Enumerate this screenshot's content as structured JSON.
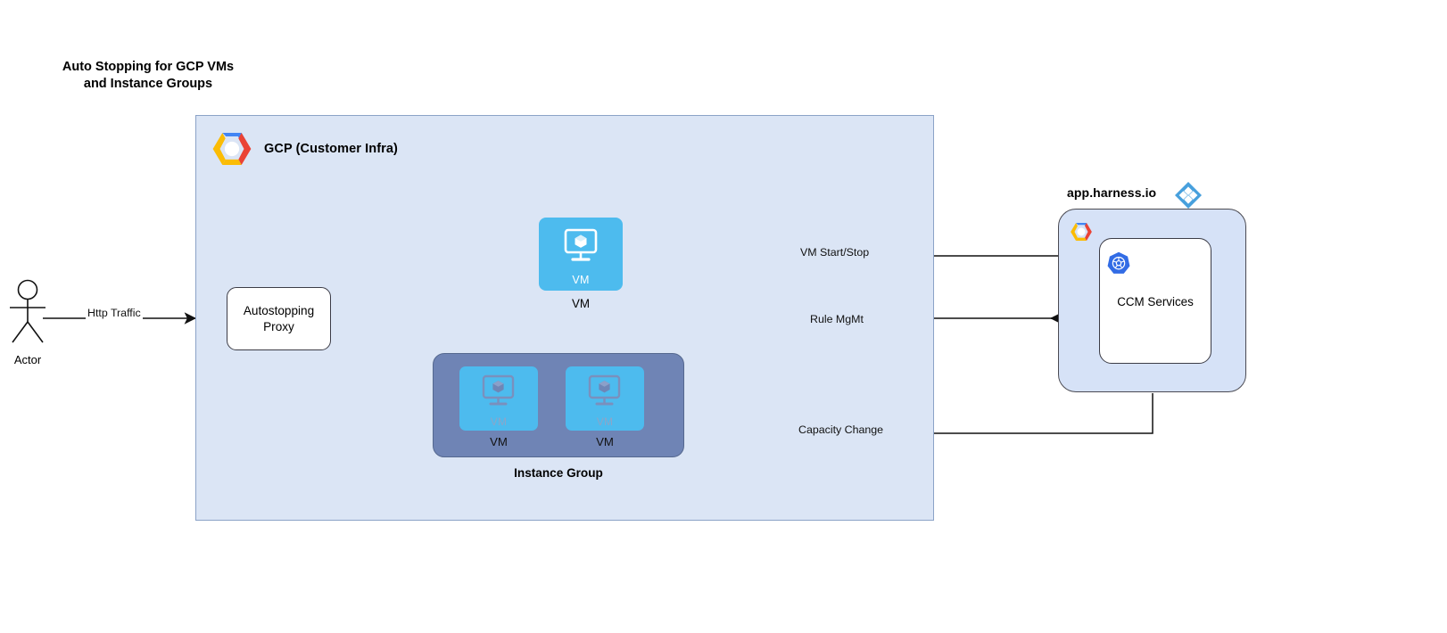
{
  "title": "Auto Stopping for GCP VMs\nand Instance Groups",
  "gcp_container": {
    "label": "GCP (Customer Infra)",
    "logo_icon": "gcp-logo-icon",
    "fill_color": "#dbe5f5",
    "border_color": "#8ba3c7"
  },
  "actor": {
    "label": "Actor",
    "icon": "actor-stick-figure-icon"
  },
  "proxy": {
    "label": "Autostopping\nProxy",
    "fill_color": "#ffffff",
    "border_color": "#3c3c46"
  },
  "vm_node": {
    "inner_label": "VM",
    "caption": "VM",
    "icon": "vm-monitor-cube-icon",
    "fill_color": "#4dbbee"
  },
  "instance_group": {
    "caption": "Instance Group",
    "fill_color": "#6f84b5",
    "border_color": "#55688f",
    "vms": [
      {
        "inner_label": "VM",
        "caption": "VM",
        "icon": "vm-monitor-cube-icon"
      },
      {
        "inner_label": "VM",
        "caption": "VM",
        "icon": "vm-monitor-cube-icon"
      }
    ]
  },
  "harness": {
    "title": "app.harness.io",
    "logo_icon": "harness-diamond-logo-icon",
    "gcp_logo_icon": "gcp-logo-icon",
    "panel_fill": "#d6e2f7",
    "service": {
      "label": "CCM Services",
      "icon": "kubernetes-logo-icon",
      "icon_color": "#326ce5"
    }
  },
  "edges": [
    {
      "id": "http-traffic",
      "label": "Http Traffic",
      "from": "actor",
      "to": "proxy"
    },
    {
      "id": "vm-start-stop",
      "label": "VM Start/Stop",
      "from": "harness",
      "to": "vm-node"
    },
    {
      "id": "rule-mgmt",
      "label": "Rule MgMt",
      "from": "harness",
      "to": "proxy"
    },
    {
      "id": "capacity-change",
      "label": "Capacity Change",
      "from": "harness",
      "to": "instance-group"
    },
    {
      "id": "proxy-to-vm",
      "label": "",
      "from": "proxy",
      "to": "vm-node"
    },
    {
      "id": "proxy-to-instance-group",
      "label": "",
      "from": "proxy",
      "to": "instance-group"
    }
  ]
}
